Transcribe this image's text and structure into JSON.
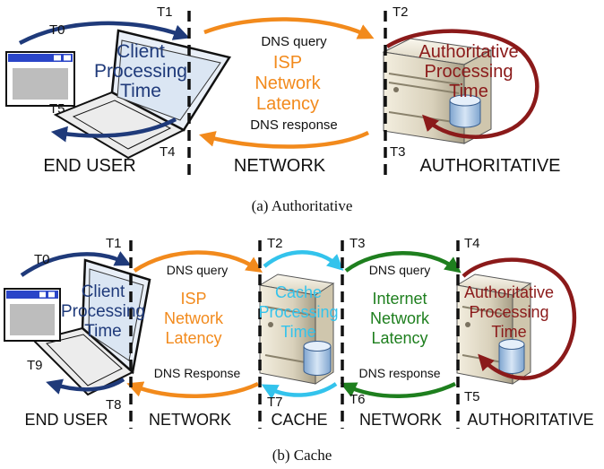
{
  "colors": {
    "navy": "#1f3a7a",
    "orange": "#f28a1c",
    "maroon": "#8b1a1a",
    "cyan": "#33c3ec",
    "green": "#1e7f1e",
    "black": "#111111"
  },
  "a": {
    "caption": "(a)  Authoritative",
    "t0": "T0",
    "t1": "T1",
    "t2": "T2",
    "t3": "T3",
    "t4": "T4",
    "t5": "T5",
    "client_l1": "Client",
    "client_l2": "Processing",
    "client_l3": "Time",
    "query": "DNS query",
    "response": "DNS response",
    "isp_l1": "ISP",
    "isp_l2": "Network",
    "isp_l3": "Latency",
    "auth_l1": "Authoritative",
    "auth_l2": "Processing",
    "auth_l3": "Time",
    "end_user": "END USER",
    "network": "NETWORK",
    "authoritative": "AUTHORITATIVE"
  },
  "b": {
    "caption": "(b)  Cache",
    "t0": "T0",
    "t1": "T1",
    "t2": "T2",
    "t3": "T3",
    "t4": "T4",
    "t5": "T5",
    "t6": "T6",
    "t7": "T7",
    "t8": "T8",
    "t9": "T9",
    "client_l1": "Client",
    "client_l2": "Processing",
    "client_l3": "Time",
    "query1": "DNS query",
    "response1": "DNS Response",
    "isp_l1": "ISP",
    "isp_l2": "Network",
    "isp_l3": "Latency",
    "cache_l1": "Cache",
    "cache_l2": "Processing",
    "cache_l3": "Time",
    "query2": "DNS query",
    "response2": "DNS response",
    "inet_l1": "Internet",
    "inet_l2": "Network",
    "inet_l3": "Latency",
    "auth_l1": "Authoritative",
    "auth_l2": "Processing",
    "auth_l3": "Time",
    "end_user": "END USER",
    "network1": "NETWORK",
    "cache": "CACHE",
    "network2": "NETWORK",
    "authoritative": "AUTHORITATIVE"
  }
}
